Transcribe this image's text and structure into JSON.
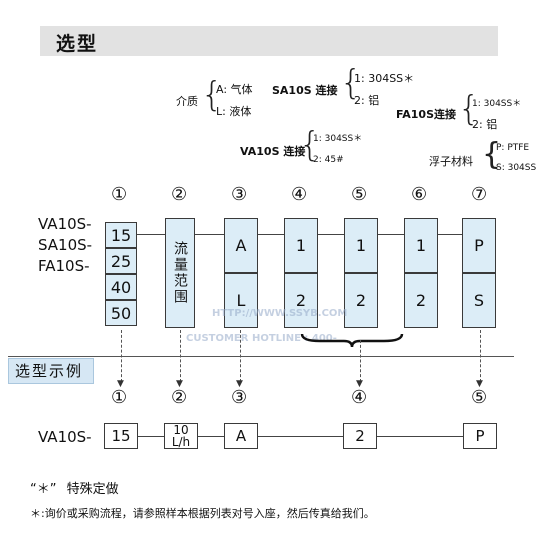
{
  "title": "选型",
  "medium": {
    "label": "介质",
    "options": [
      "A: 气体",
      "L: 液体"
    ]
  },
  "sa10s": {
    "label": "SA10S 连接",
    "options": [
      "1: 304SS＊",
      "2: 铝"
    ]
  },
  "va10s": {
    "label": "VA10S 连接",
    "options": [
      "1: 304SS＊",
      "2: 45#"
    ]
  },
  "fa10s": {
    "label": "FA10S连接",
    "options": [
      "1: 304SS＊",
      "2: 铝"
    ]
  },
  "float": {
    "label": "浮子材料",
    "options": [
      "P: PTFE",
      "S: 304SS"
    ]
  },
  "column_numbers": [
    "①",
    "②",
    "③",
    "④",
    "⑤",
    "⑥",
    "⑦"
  ],
  "models": [
    "VA10S-",
    "SA10S-",
    "FA10S-"
  ],
  "col1_values": [
    "15",
    "25",
    "40",
    "50"
  ],
  "col2_label": "流量范围",
  "col3_values": [
    "A",
    "L"
  ],
  "col4_values": [
    "1",
    "2"
  ],
  "col5_values": [
    "1",
    "2"
  ],
  "col6_values": [
    "1",
    "2"
  ],
  "col7_values": [
    "P",
    "S"
  ],
  "watermark": {
    "url": "HTTP://WWW.SSYB.COM",
    "hotline": "CUSTOMER HOTLINE : 400-"
  },
  "example": {
    "label": "选型示例",
    "numbers": [
      "①",
      "②",
      "③",
      "④",
      "⑤"
    ],
    "model": "VA10S-",
    "values": [
      "15",
      "10",
      "L/h",
      "A",
      "2",
      "P"
    ]
  },
  "notes": {
    "star_symbol": "“＊”",
    "star_text": "特殊定做",
    "footer": "＊:询价或采购流程，请参照样本根据列表对号入座，然后传真给我们。"
  }
}
